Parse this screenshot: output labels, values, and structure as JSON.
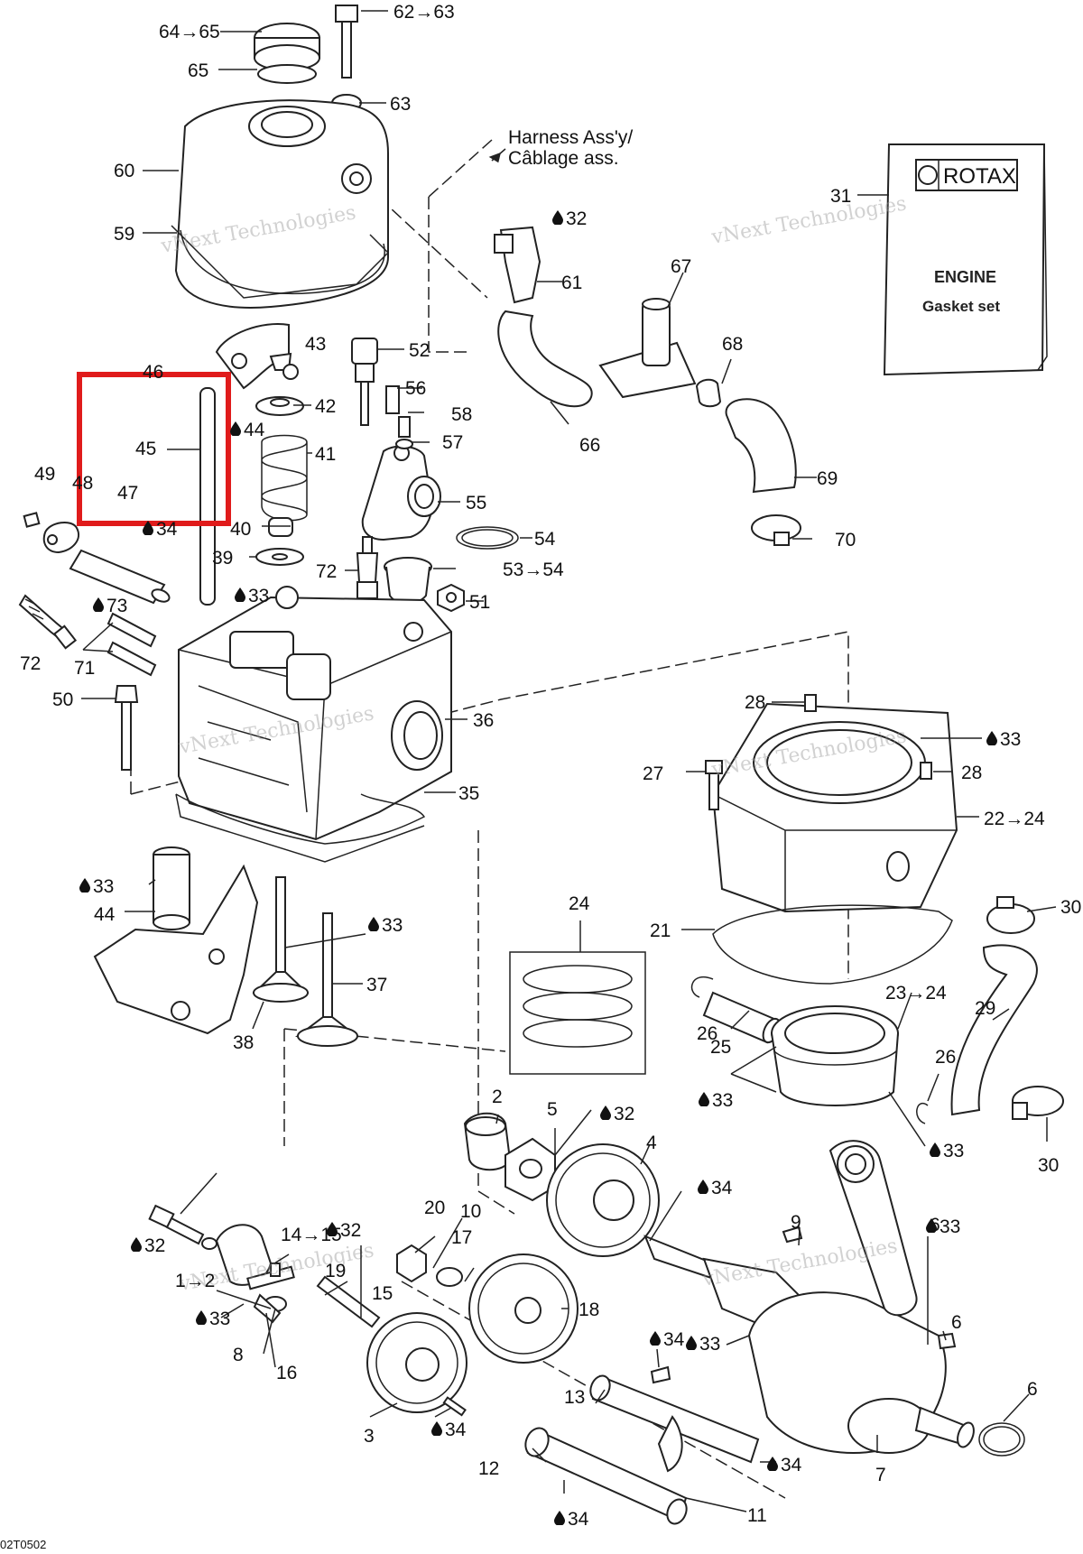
{
  "harness": {
    "line1": "Harness Ass'y/",
    "line2": "Câblage ass."
  },
  "gasket_box": {
    "brand": "ROTAX",
    "line1": "ENGINE",
    "line2": "Gasket set"
  },
  "drawing_code": "02T0502",
  "watermark": "vNext Technologies",
  "highlight": {
    "color": "#e01b1b",
    "target_label": "45"
  },
  "drop_icon": "oil-drop-icon",
  "callouts": [
    {
      "text": "64→65"
    },
    {
      "text": "65"
    },
    {
      "text": "62→63"
    },
    {
      "text": "63"
    },
    {
      "text": "60"
    },
    {
      "text": "59"
    },
    {
      "text": "32",
      "drop": true
    },
    {
      "text": "61"
    },
    {
      "text": "31"
    },
    {
      "text": "67"
    },
    {
      "text": "68"
    },
    {
      "text": "69"
    },
    {
      "text": "66"
    },
    {
      "text": "70"
    },
    {
      "text": "43"
    },
    {
      "text": "46"
    },
    {
      "text": "52"
    },
    {
      "text": "56"
    },
    {
      "text": "42"
    },
    {
      "text": "58"
    },
    {
      "text": "44",
      "drop": true
    },
    {
      "text": "57"
    },
    {
      "text": "45"
    },
    {
      "text": "41"
    },
    {
      "text": "49"
    },
    {
      "text": "48"
    },
    {
      "text": "47"
    },
    {
      "text": "34",
      "drop": true
    },
    {
      "text": "55"
    },
    {
      "text": "40"
    },
    {
      "text": "54"
    },
    {
      "text": "39"
    },
    {
      "text": "53→54"
    },
    {
      "text": "72"
    },
    {
      "text": "33",
      "drop": true
    },
    {
      "text": "73",
      "drop": true
    },
    {
      "text": "51"
    },
    {
      "text": "72"
    },
    {
      "text": "71"
    },
    {
      "text": "50"
    },
    {
      "text": "36"
    },
    {
      "text": "35"
    },
    {
      "text": "28"
    },
    {
      "text": "33",
      "drop": true
    },
    {
      "text": "27"
    },
    {
      "text": "28"
    },
    {
      "text": "22→24"
    },
    {
      "text": "33",
      "drop": true
    },
    {
      "text": "44"
    },
    {
      "text": "33",
      "drop": true
    },
    {
      "text": "37"
    },
    {
      "text": "38"
    },
    {
      "text": "24"
    },
    {
      "text": "21"
    },
    {
      "text": "30"
    },
    {
      "text": "23→24"
    },
    {
      "text": "29"
    },
    {
      "text": "26"
    },
    {
      "text": "25"
    },
    {
      "text": "26"
    },
    {
      "text": "33",
      "drop": true
    },
    {
      "text": "33",
      "drop": true
    },
    {
      "text": "30"
    },
    {
      "text": "2"
    },
    {
      "text": "5"
    },
    {
      "text": "32",
      "drop": true
    },
    {
      "text": "4"
    },
    {
      "text": "34",
      "drop": true
    },
    {
      "text": "33",
      "drop": true
    },
    {
      "text": "32",
      "drop": true
    },
    {
      "text": "20"
    },
    {
      "text": "10"
    },
    {
      "text": "32",
      "drop": true
    },
    {
      "text": "14→15"
    },
    {
      "text": "17"
    },
    {
      "text": "9"
    },
    {
      "text": "6"
    },
    {
      "text": "1→2"
    },
    {
      "text": "19"
    },
    {
      "text": "15"
    },
    {
      "text": "33",
      "drop": true
    },
    {
      "text": "18"
    },
    {
      "text": "8"
    },
    {
      "text": "16"
    },
    {
      "text": "33",
      "drop": true
    },
    {
      "text": "34",
      "drop": true
    },
    {
      "text": "6"
    },
    {
      "text": "6"
    },
    {
      "text": "3"
    },
    {
      "text": "34",
      "drop": true
    },
    {
      "text": "13"
    },
    {
      "text": "12"
    },
    {
      "text": "34",
      "drop": true
    },
    {
      "text": "7"
    },
    {
      "text": "34",
      "drop": true
    },
    {
      "text": "11"
    },
    {
      "text": "34",
      "drop": true
    }
  ]
}
